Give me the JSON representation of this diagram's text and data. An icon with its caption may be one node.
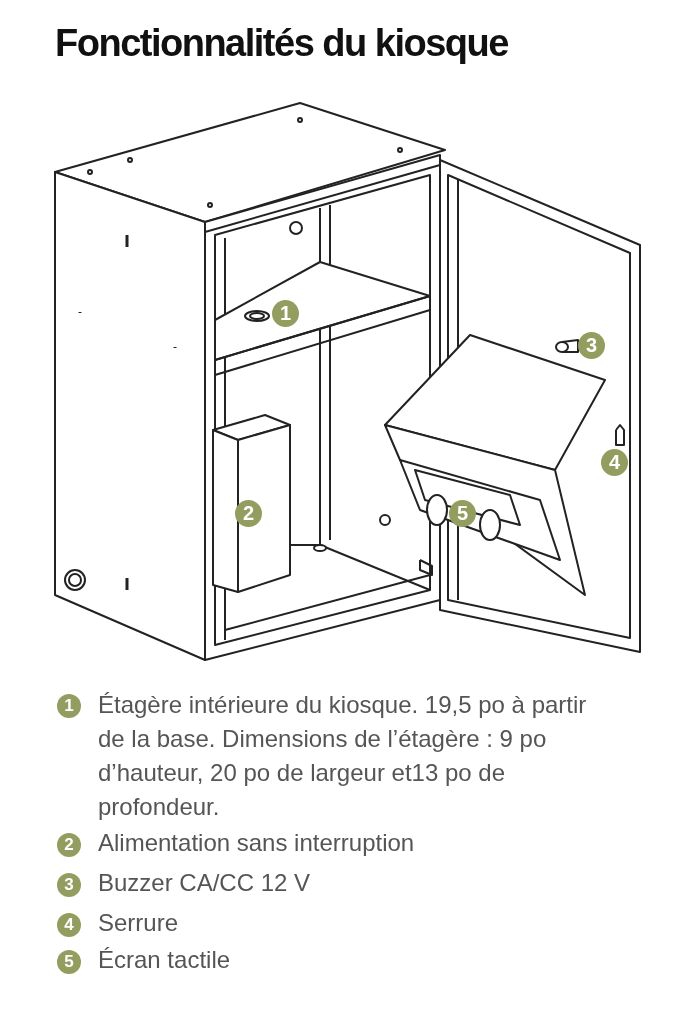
{
  "diagram": {
    "title": "Fonctionnalités du kiosque",
    "labels": [
      "1",
      "3",
      "4",
      "2",
      "5",
      "1",
      "Étagère intérieure du kiosque. 19,5 po à partir de la base. Dimensions de l’étagère : 9 po d’hauteur, 20 po de largeur et13 po de profondeur.",
      "2",
      "Alimentation sans interruption",
      "3",
      "Buzzer CA/CC 12 V",
      "4",
      "Serrure",
      "5",
      "Écran tactile"
    ]
  }
}
